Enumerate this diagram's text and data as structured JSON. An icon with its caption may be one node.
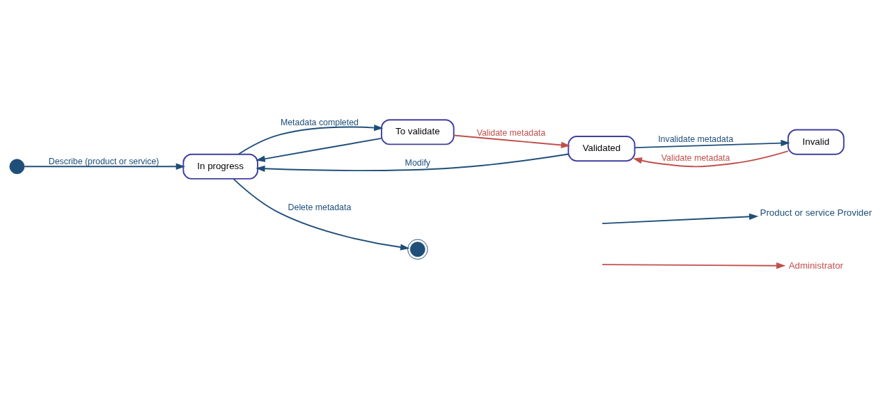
{
  "diagram": {
    "nodes": [
      {
        "text": [],
        "shape": "circle"
      },
      {
        "text": [
          "In progress"
        ]
      },
      {
        "text": [
          "To validate"
        ]
      },
      {
        "text": [
          "Validated"
        ]
      },
      {
        "text": [
          "Invalid"
        ]
      },
      {
        "text": [],
        "shape": "bullseye"
      }
    ],
    "edges": [
      {
        "from": 0,
        "to": 1,
        "arrow": "to",
        "label": "Describe (product or service)"
      },
      {
        "from": 1,
        "to": 2,
        "arrow": "to",
        "label": "Metadata completed"
      },
      {
        "from": 2,
        "to": 3,
        "arrow": "to",
        "label": "Validate metadata",
        "color": "#c0504d"
      },
      {
        "from": 3,
        "to": 4,
        "arrow": "to",
        "label": "Invalidate metadata"
      },
      {
        "from": 2,
        "to": 1,
        "arrow": "to"
      },
      {
        "from": 3,
        "to": 1,
        "arrow": "to",
        "label": "Modify"
      },
      {
        "from": 4,
        "to": 3,
        "arrow": "to",
        "label": "Validate metadata",
        "color": "#c0504d"
      },
      {
        "from": 1,
        "to": 5,
        "arrow": "to",
        "label": "Delete metadata"
      }
    ],
    "legend": [
      {
        "text": "Product or service Provider"
      },
      {
        "text": "Administrator"
      }
    ]
  }
}
